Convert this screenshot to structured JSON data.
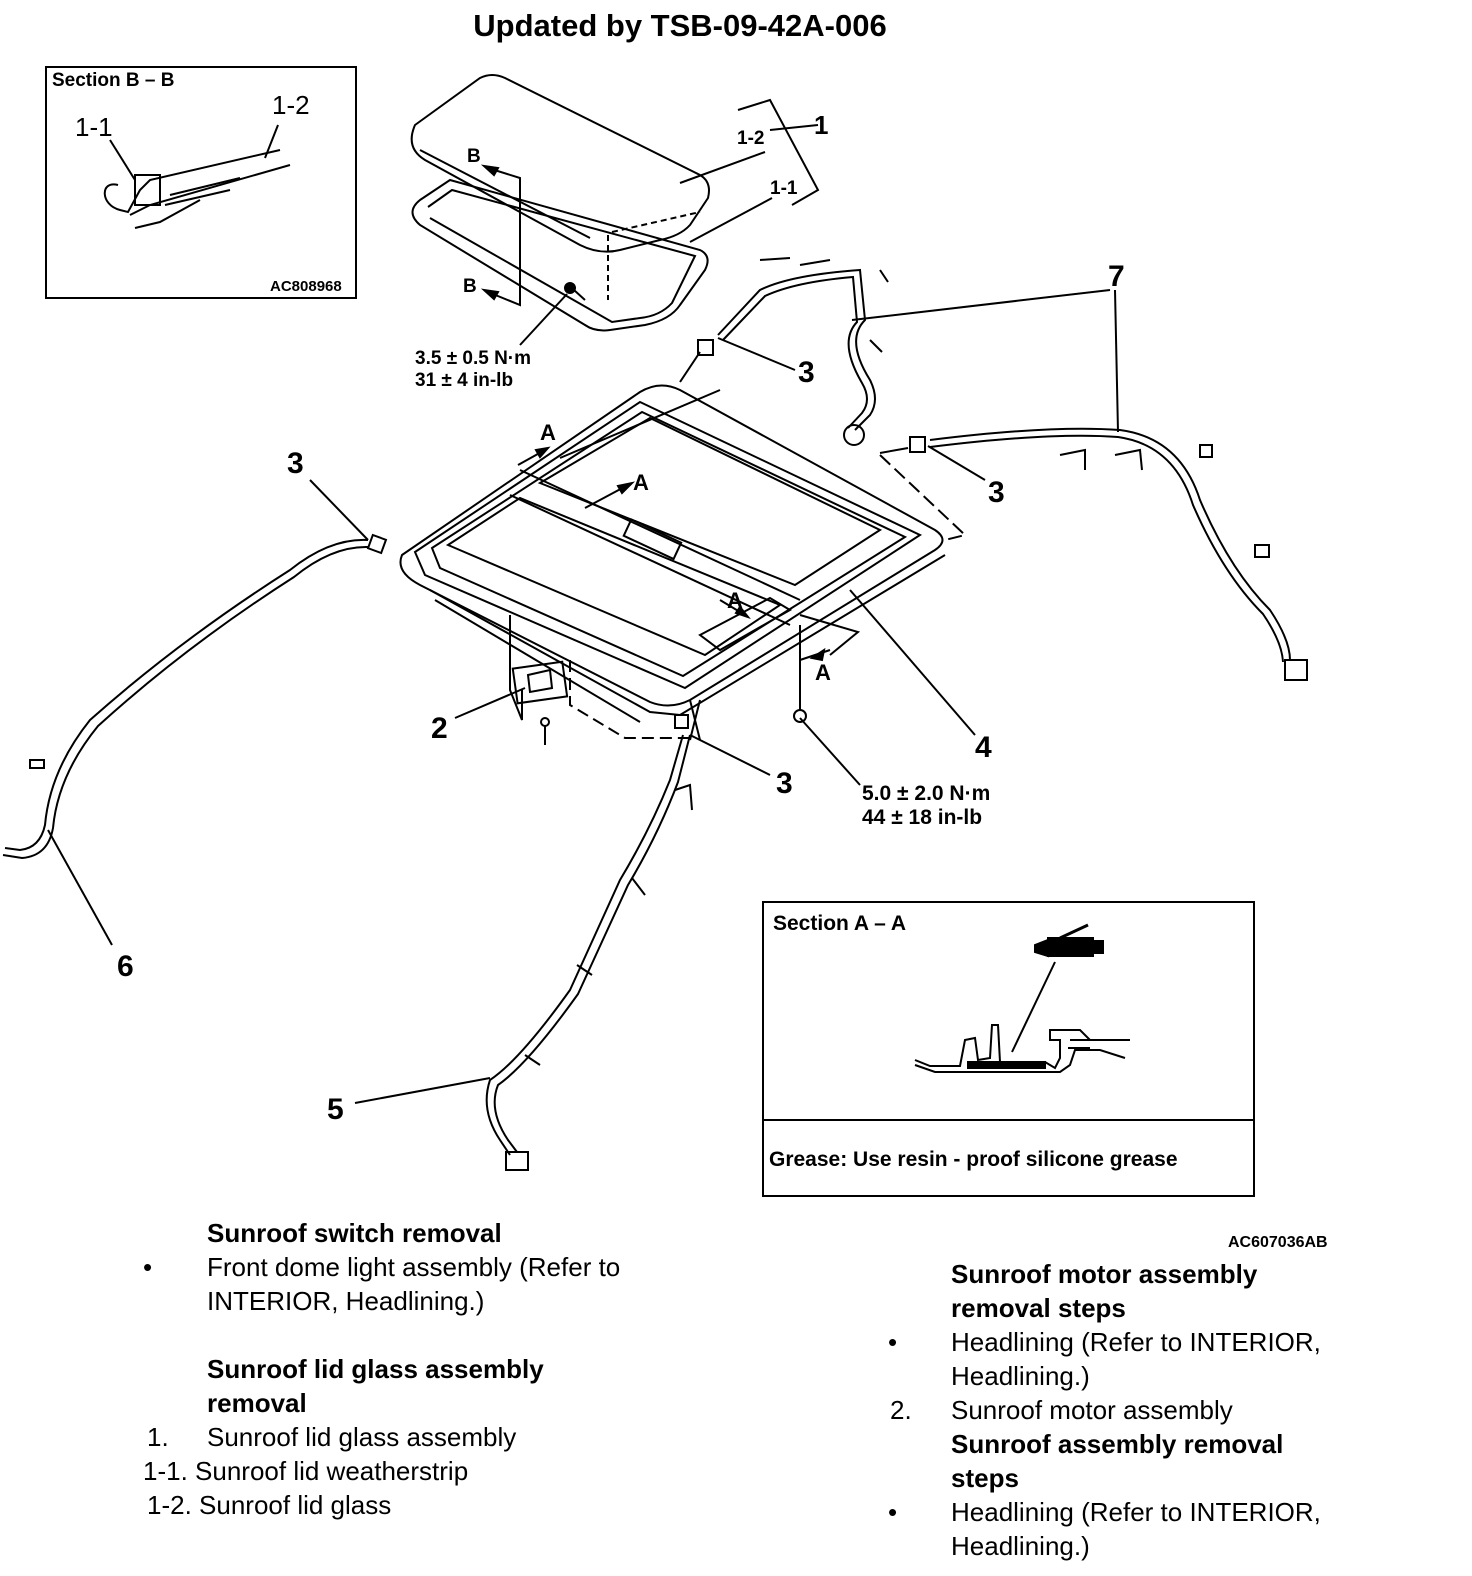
{
  "header": {
    "title": "Updated by TSB-09-42A-006"
  },
  "section_b": {
    "title": "Section B – B",
    "label_1": "1-1",
    "label_2": "1-2",
    "code": "AC808968"
  },
  "callouts": {
    "c1": "1",
    "c1_2": "1-2",
    "c1_1": "1-1",
    "c7": "7",
    "c3a": "3",
    "c3b": "3",
    "c3c": "3",
    "c3d": "3",
    "c2": "2",
    "c4": "4",
    "c5": "5",
    "c6": "6",
    "bTop": "B",
    "bBot": "B",
    "a1": "A",
    "a2": "A",
    "a3": "A",
    "a4": "A"
  },
  "torque_1": {
    "line1": "3.5 ± 0.5 N·m",
    "line2": "31 ± 4 in-lb"
  },
  "torque_2": {
    "line1": "5.0 ± 2.0 N·m",
    "line2": "44 ± 18 in-lb"
  },
  "section_a": {
    "title": "Section A – A",
    "grease": "Grease: Use resin - proof silicone grease"
  },
  "figure_code": "AC607036AB",
  "left_text": {
    "switch_heading": "Sunroof switch removal",
    "switch_bullet_1": "Front dome light assembly (Refer to",
    "switch_bullet_2": "INTERIOR, Headlining.)",
    "lid_heading_1": "Sunroof lid glass assembly",
    "lid_heading_2": "removal",
    "item_1_num": "1.",
    "item_1": "Sunroof lid glass assembly",
    "item_11": "1-1. Sunroof lid weatherstrip",
    "item_12": "1-2. Sunroof lid glass"
  },
  "right_text": {
    "motor_heading_1": "Sunroof motor assembly",
    "motor_heading_2": "removal steps",
    "motor_bullet_1": "Headlining (Refer to INTERIOR,",
    "motor_bullet_2": "Headlining.)",
    "item_2_num": "2.",
    "item_2": "Sunroof motor assembly",
    "assy_heading_1": "Sunroof assembly removal",
    "assy_heading_2": "steps",
    "assy_bullet_1": "Headlining (Refer to INTERIOR,",
    "assy_bullet_2": "Headlining.)"
  },
  "bullet_char": "•"
}
